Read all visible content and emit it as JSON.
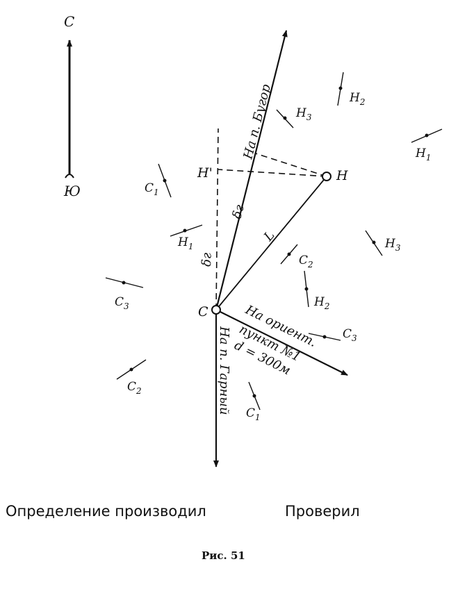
{
  "compass": {
    "north": "С",
    "south": "Ю"
  },
  "points": {
    "origin": "С",
    "target": "Н",
    "target_proj": "Н'"
  },
  "lines": {
    "to_bugor": "На п. Бугор",
    "to_garny": "На п. Гарный",
    "to_orient_1": "На ориент.",
    "to_orient_2": "пункт №1",
    "to_orient_3": "d = 300м",
    "dist": "L",
    "angle_1": "δг",
    "angle_2": "δг"
  },
  "marks": [
    {
      "l": "Н",
      "s": "2"
    },
    {
      "l": "Н",
      "s": "3"
    },
    {
      "l": "Н",
      "s": "1"
    },
    {
      "l": "С",
      "s": "1"
    },
    {
      "l": "Н",
      "s": "1"
    },
    {
      "l": "Н",
      "s": "3"
    },
    {
      "l": "С",
      "s": "2"
    },
    {
      "l": "С",
      "s": "3"
    },
    {
      "l": "Н",
      "s": "2"
    },
    {
      "l": "С",
      "s": "3"
    },
    {
      "l": "С",
      "s": "2"
    },
    {
      "l": "С",
      "s": "1"
    }
  ],
  "footer": {
    "left": "Определение производил",
    "right": "Проверил",
    "caption": "Рис. 51"
  }
}
